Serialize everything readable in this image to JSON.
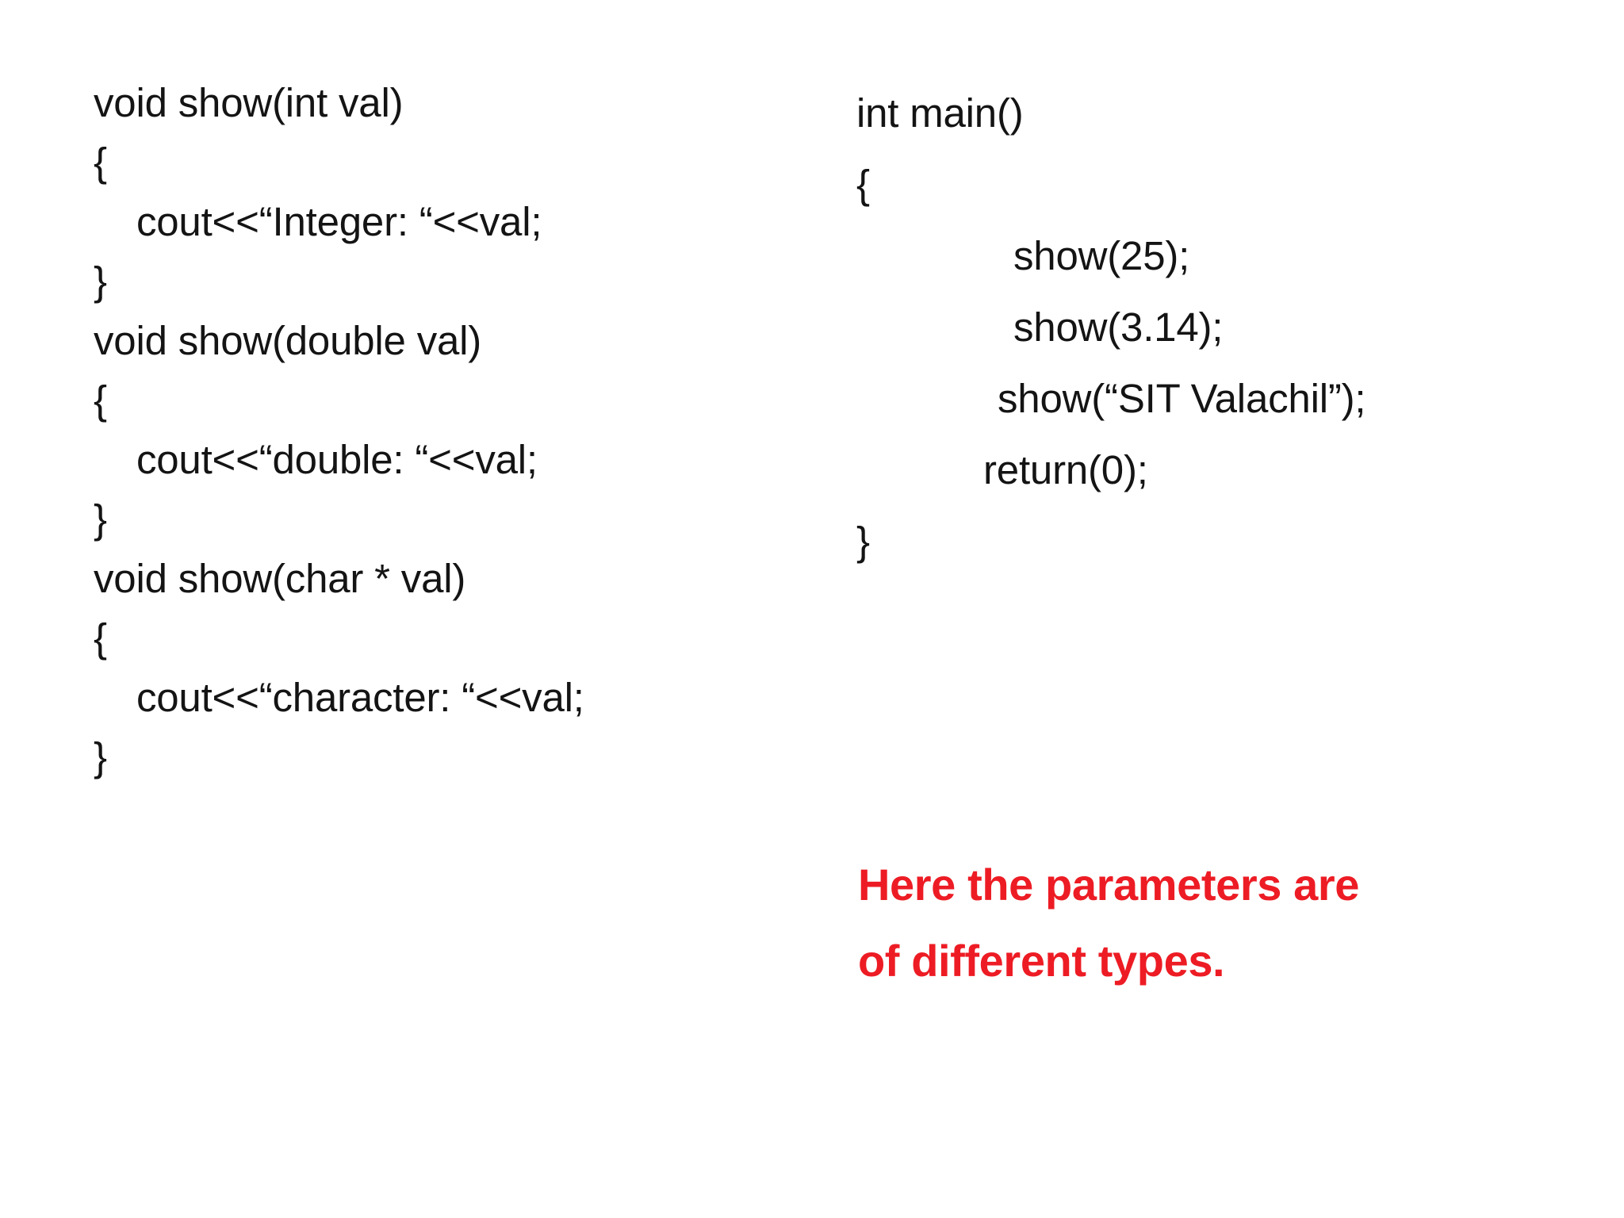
{
  "slide": {
    "background_color": "#ffffff",
    "text_color": "#141414",
    "accent_color": "#ED1C24"
  },
  "left_column": {
    "name": "overloaded-show-function-definitions",
    "lines": [
      {
        "text": "void show(int val)",
        "indent": 0
      },
      {
        "text": "{",
        "indent": 0
      },
      {
        "text": "  cout<<“Integer: “<<val;",
        "indent": 1
      },
      {
        "text": "}",
        "indent": 0
      },
      {
        "text": "void show(double val)",
        "indent": 0
      },
      {
        "text": "{",
        "indent": 0
      },
      {
        "text": "  cout<<“double: “<<val;",
        "indent": 1
      },
      {
        "text": "}",
        "indent": 0
      },
      {
        "text": "void show(char * val)",
        "indent": 0
      },
      {
        "text": "{",
        "indent": 0
      },
      {
        "text": "  cout<<“character: “<<val;",
        "indent": 1
      },
      {
        "text": "}",
        "indent": 0
      }
    ]
  },
  "right_column": {
    "name": "main-function",
    "lines": [
      {
        "text": "int main()",
        "indent": 0
      },
      {
        "text": "{",
        "indent": 0
      },
      {
        "text": "show(25);",
        "indent": 2
      },
      {
        "text": "show(3.14);",
        "indent": 2
      },
      {
        "text": "show(“SIT Valachil”);",
        "indent": 3
      },
      {
        "text": "return(0);",
        "indent": 4
      },
      {
        "text": "}",
        "indent": 0
      }
    ]
  },
  "note": {
    "color": "#ED1C24",
    "lines": [
      "Here the parameters are",
      "of different types."
    ]
  }
}
